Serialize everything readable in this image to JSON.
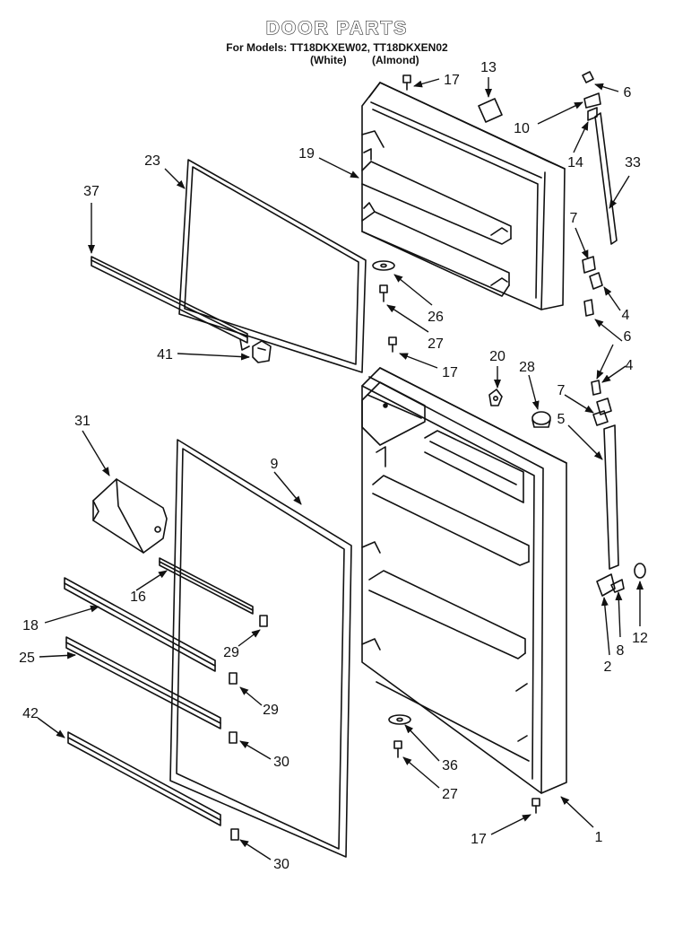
{
  "header": {
    "title": "DOOR PARTS",
    "models": "For Models: TT18DKXEW02, TT18DKXEN02",
    "color_white": "(White)",
    "color_almond": "(Almond)"
  },
  "callouts": {
    "c17a": "17",
    "c13": "13",
    "c6a": "6",
    "c10": "10",
    "c14": "14",
    "c33": "33",
    "c19": "19",
    "c23": "23",
    "c37": "37",
    "c7a": "7",
    "c4a": "4",
    "c26": "26",
    "c27a": "27",
    "c6b": "6",
    "c41": "41",
    "c17b": "17",
    "c20": "20",
    "c28": "28",
    "c4b": "4",
    "c7b": "7",
    "c5": "5",
    "c31": "31",
    "c9": "9",
    "c16": "16",
    "c18": "18",
    "c29a": "29",
    "c25": "25",
    "c29b": "29",
    "c42": "42",
    "c30a": "30",
    "c36": "36",
    "c27b": "27",
    "c2": "2",
    "c8": "8",
    "c12": "12",
    "c17c": "17",
    "c1": "1",
    "c30b": "30"
  }
}
